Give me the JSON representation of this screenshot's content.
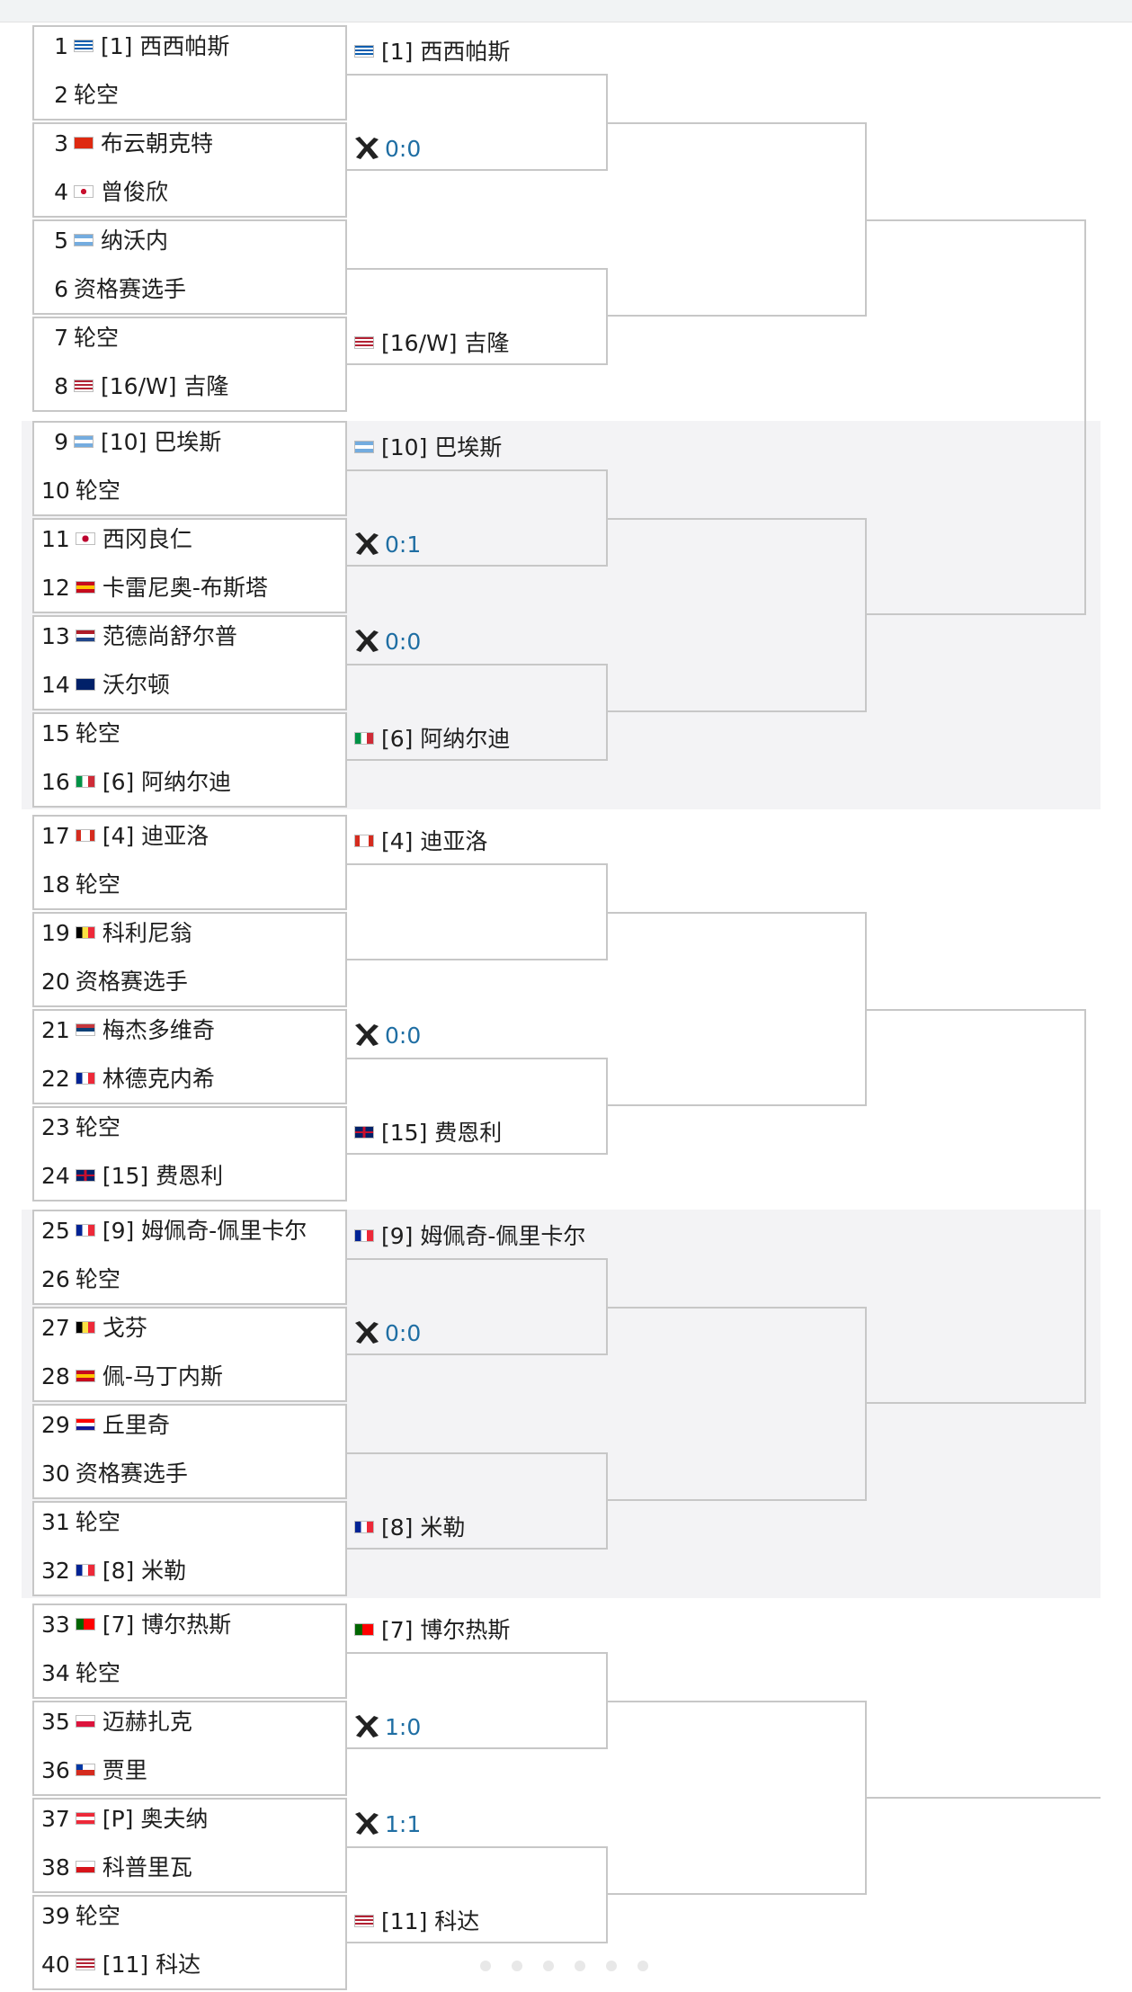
{
  "sections": [
    {
      "players": [
        {
          "num": "1",
          "flag": "GRE",
          "name": "[1] 西西帕斯"
        },
        {
          "num": "2",
          "flag": "",
          "name": "轮空"
        },
        {
          "num": "3",
          "flag": "CHN",
          "name": "布云朝克特"
        },
        {
          "num": "4",
          "flag": "TPE",
          "name": "曾俊欣"
        },
        {
          "num": "5",
          "flag": "ARG",
          "name": "纳沃内"
        },
        {
          "num": "6",
          "flag": "",
          "name": "资格赛选手"
        },
        {
          "num": "7",
          "flag": "",
          "name": "轮空"
        },
        {
          "num": "8",
          "flag": "USA",
          "name": "[16/W] 吉隆"
        }
      ],
      "round2": [
        {
          "type": "player",
          "flag": "GRE",
          "name": "[1] 西西帕斯"
        },
        {
          "type": "score",
          "score": "0:0"
        },
        {
          "type": "empty"
        },
        {
          "type": "player",
          "flag": "USA",
          "name": "[16/W] 吉隆"
        }
      ]
    },
    {
      "players": [
        {
          "num": "9",
          "flag": "ARG",
          "name": "[10] 巴埃斯"
        },
        {
          "num": "10",
          "flag": "",
          "name": "轮空"
        },
        {
          "num": "11",
          "flag": "JPN",
          "name": "西冈良仁"
        },
        {
          "num": "12",
          "flag": "ESP",
          "name": "卡雷尼奥-布斯塔"
        },
        {
          "num": "13",
          "flag": "NED",
          "name": "范德尚舒尔普"
        },
        {
          "num": "14",
          "flag": "AUS",
          "name": "沃尔顿"
        },
        {
          "num": "15",
          "flag": "",
          "name": "轮空"
        },
        {
          "num": "16",
          "flag": "ITA",
          "name": "[6] 阿纳尔迪"
        }
      ],
      "round2": [
        {
          "type": "player",
          "flag": "ARG",
          "name": "[10] 巴埃斯"
        },
        {
          "type": "score",
          "score": "0:1"
        },
        {
          "type": "score",
          "score": "0:0"
        },
        {
          "type": "player",
          "flag": "ITA",
          "name": "[6] 阿纳尔迪"
        }
      ]
    },
    {
      "players": [
        {
          "num": "17",
          "flag": "CAN",
          "name": "[4] 迪亚洛"
        },
        {
          "num": "18",
          "flag": "",
          "name": "轮空"
        },
        {
          "num": "19",
          "flag": "BEL",
          "name": "科利尼翁"
        },
        {
          "num": "20",
          "flag": "",
          "name": "资格赛选手"
        },
        {
          "num": "21",
          "flag": "SRB",
          "name": "梅杰多维奇"
        },
        {
          "num": "22",
          "flag": "FRA",
          "name": "林德克内希"
        },
        {
          "num": "23",
          "flag": "",
          "name": "轮空"
        },
        {
          "num": "24",
          "flag": "GBR",
          "name": "[15] 费恩利"
        }
      ],
      "round2": [
        {
          "type": "player",
          "flag": "CAN",
          "name": "[4] 迪亚洛"
        },
        {
          "type": "empty"
        },
        {
          "type": "score",
          "score": "0:0"
        },
        {
          "type": "player",
          "flag": "GBR",
          "name": "[15] 费恩利"
        }
      ]
    },
    {
      "players": [
        {
          "num": "25",
          "flag": "FRA",
          "name": "[9] 姆佩奇-佩里卡尔"
        },
        {
          "num": "26",
          "flag": "",
          "name": "轮空"
        },
        {
          "num": "27",
          "flag": "BEL",
          "name": "戈芬"
        },
        {
          "num": "28",
          "flag": "ESP",
          "name": "佩-马丁内斯"
        },
        {
          "num": "29",
          "flag": "CRO",
          "name": "丘里奇"
        },
        {
          "num": "30",
          "flag": "",
          "name": "资格赛选手"
        },
        {
          "num": "31",
          "flag": "",
          "name": "轮空"
        },
        {
          "num": "32",
          "flag": "FRA",
          "name": "[8] 米勒"
        }
      ],
      "round2": [
        {
          "type": "player",
          "flag": "FRA",
          "name": "[9] 姆佩奇-佩里卡尔"
        },
        {
          "type": "score",
          "score": "0:0"
        },
        {
          "type": "empty"
        },
        {
          "type": "player",
          "flag": "FRA",
          "name": "[8] 米勒"
        }
      ]
    },
    {
      "players": [
        {
          "num": "33",
          "flag": "POR",
          "name": "[7] 博尔热斯"
        },
        {
          "num": "34",
          "flag": "",
          "name": "轮空"
        },
        {
          "num": "35",
          "flag": "POL",
          "name": "迈赫扎克"
        },
        {
          "num": "36",
          "flag": "CHI",
          "name": "贾里"
        },
        {
          "num": "37",
          "flag": "AUT",
          "name": "[P] 奥夫纳"
        },
        {
          "num": "38",
          "flag": "CZE",
          "name": "科普里瓦"
        },
        {
          "num": "39",
          "flag": "",
          "name": "轮空"
        },
        {
          "num": "40",
          "flag": "USA",
          "name": "[11] 科达"
        }
      ],
      "round2": [
        {
          "type": "player",
          "flag": "POR",
          "name": "[7] 博尔热斯"
        },
        {
          "type": "score",
          "score": "1:0"
        },
        {
          "type": "score",
          "score": "1:1"
        },
        {
          "type": "player",
          "flag": "USA",
          "name": "[11] 科达"
        }
      ]
    }
  ],
  "flags": {
    "GRE": [
      "#0d5eaf",
      "#ffffff",
      "stripes"
    ],
    "CHN": [
      "#de2910",
      "#ffde00",
      "solid"
    ],
    "TPE": [
      "#ffffff",
      "#c8102e",
      "circle"
    ],
    "ARG": [
      "#74acdf",
      "#ffffff",
      "hstripe3"
    ],
    "USA": [
      "#b22234",
      "#ffffff",
      "stripes"
    ],
    "JPN": [
      "#ffffff",
      "#bc002d",
      "dot"
    ],
    "ESP": [
      "#c60b1e",
      "#ffc400",
      "hstripe3"
    ],
    "NED": [
      "#ae1c28",
      "#ffffff",
      "tricolor-h",
      "#21468b"
    ],
    "AUS": [
      "#012169",
      "#ffffff",
      "solid"
    ],
    "ITA": [
      "#009246",
      "#ffffff",
      "tricolor-v",
      "#ce2b37"
    ],
    "CAN": [
      "#d52b1e",
      "#ffffff",
      "canada"
    ],
    "BEL": [
      "#000000",
      "#fae042",
      "tricolor-v",
      "#ed2939"
    ],
    "SRB": [
      "#c6363c",
      "#0c4076",
      "tricolor-h",
      "#ffffff"
    ],
    "FRA": [
      "#002395",
      "#ffffff",
      "tricolor-v",
      "#ed2939"
    ],
    "GBR": [
      "#012169",
      "#c8102e",
      "cross"
    ],
    "CRO": [
      "#ff0000",
      "#ffffff",
      "tricolor-h",
      "#171796"
    ],
    "POR": [
      "#006600",
      "#ff0000",
      "split"
    ],
    "POL": [
      "#ffffff",
      "#dc143c",
      "bicolor-h"
    ],
    "CHI": [
      "#0039a6",
      "#d52b1e",
      "chile"
    ],
    "AUT": [
      "#ed2939",
      "#ffffff",
      "tricolor-h",
      "#ed2939"
    ],
    "CZE": [
      "#ffffff",
      "#d7141a",
      "czech",
      "#11457e"
    ]
  }
}
